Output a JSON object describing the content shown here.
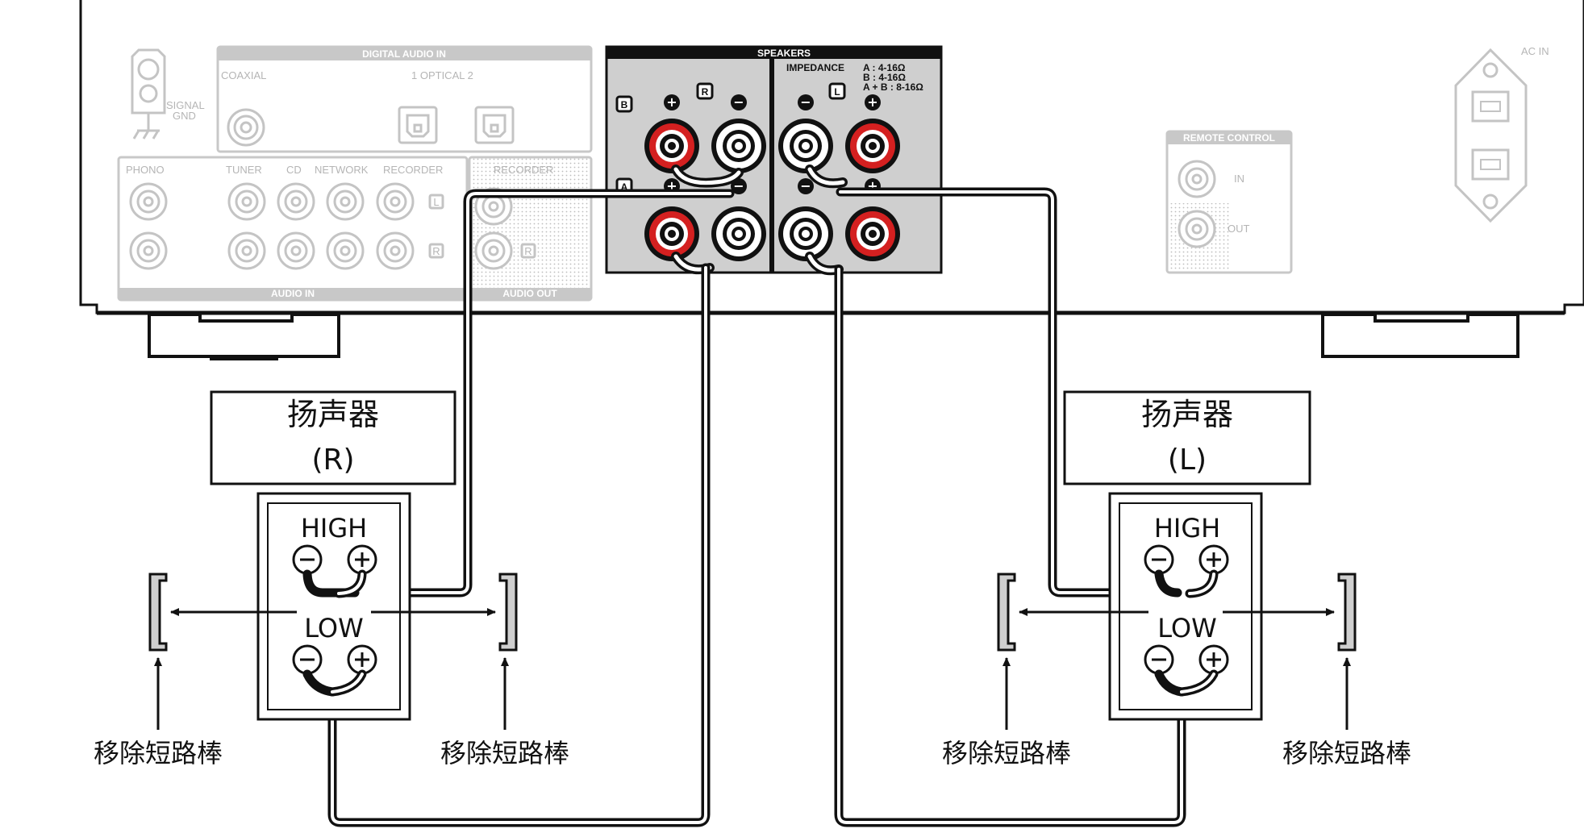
{
  "rear_panel": {
    "digital_audio_in": "DIGITAL AUDIO IN",
    "coaxial": "COAXIAL",
    "optical": "1  OPTICAL  2",
    "signal_gnd_1": "SIGNAL",
    "signal_gnd_2": "GND",
    "phono": "PHONO",
    "tuner": "TUNER",
    "cd": "CD",
    "network": "NETWORK",
    "recorder": "RECORDER",
    "recorder_out": "RECORDER",
    "audio_in": "AUDIO IN",
    "audio_out": "AUDIO OUT",
    "channel_l": "L",
    "channel_r": "R",
    "speakers": "SPEAKERS",
    "impedance": "IMPEDANCE",
    "imp_a": "A    : 4-16Ω",
    "imp_b": "B    : 4-16Ω",
    "imp_ab": "A + B : 8-16Ω",
    "spk_b": "B",
    "spk_r": "R",
    "spk_l": "L",
    "spk_a": "A",
    "plus": "+",
    "minus": "−",
    "remote_control": "REMOTE CONTROL",
    "remote_in": "IN",
    "remote_out": "OUT",
    "ac_in": "AC IN"
  },
  "speaker_right": {
    "title": "扬声器",
    "channel": "(R)",
    "high": "HIGH",
    "low": "LOW",
    "note_left": "移除短路棒",
    "note_right": "移除短路棒"
  },
  "speaker_left": {
    "title": "扬声器",
    "channel": "(L)",
    "high": "HIGH",
    "low": "LOW",
    "note_left": "移除短路棒",
    "note_right": "移除短路棒"
  },
  "colors": {
    "outline": "#111111",
    "panel_grey": "#c8c8c8",
    "terminal_red": "#d42020",
    "speaker_block": "#cfcfcf"
  }
}
